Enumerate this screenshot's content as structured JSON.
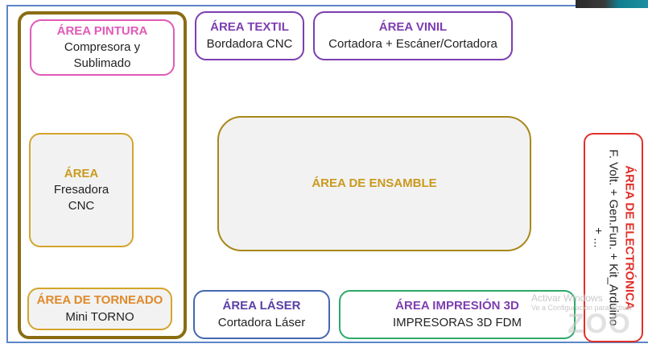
{
  "colors": {
    "frame": "#5b86c9",
    "group_outline": "#8a6d13",
    "pintura": "#e05ab8",
    "fresadora": "#d4a52c",
    "torneado": "#e08a2a",
    "textil_vinil": "#7d3eb0",
    "ensamble": "#a8881a",
    "laser": "#4567b0",
    "impresion": "#2fa86a",
    "electronica": "#e0302a"
  },
  "areas": {
    "pintura": {
      "title": "ÁREA PINTURA",
      "line1": "Compresora y",
      "line2": "Sublimado"
    },
    "fresadora": {
      "title": "ÁREA",
      "line1": "Fresadora",
      "line2": "CNC"
    },
    "torneado": {
      "title": "ÁREA DE TORNEADO",
      "line1": "Mini TORNO"
    },
    "textil": {
      "title": "ÁREA TEXTIL",
      "line1": "Bordadora CNC"
    },
    "vinil": {
      "title": "ÁREA VINIL",
      "line1": "Cortadora + Escáner/Cortadora"
    },
    "ensamble": {
      "title": "ÁREA DE ENSAMBLE"
    },
    "laser": {
      "title": "ÁREA LÁSER",
      "line1": "Cortadora Láser"
    },
    "impresion": {
      "title": "ÁREA IMPRESIÓN 3D",
      "line1": "IMPRESORAS 3D FDM"
    },
    "electronica": {
      "title": "ÁREA DE ELECTRÓNICA",
      "line1": "F. Volt. + Gen.Fun. + Kit_Arduino",
      "line2": "+ ..."
    }
  },
  "overlay": {
    "activate_text": "Activar Windows",
    "activate_sub": "Ve a Configuración para activar",
    "zoom_mark": "ZOO"
  }
}
